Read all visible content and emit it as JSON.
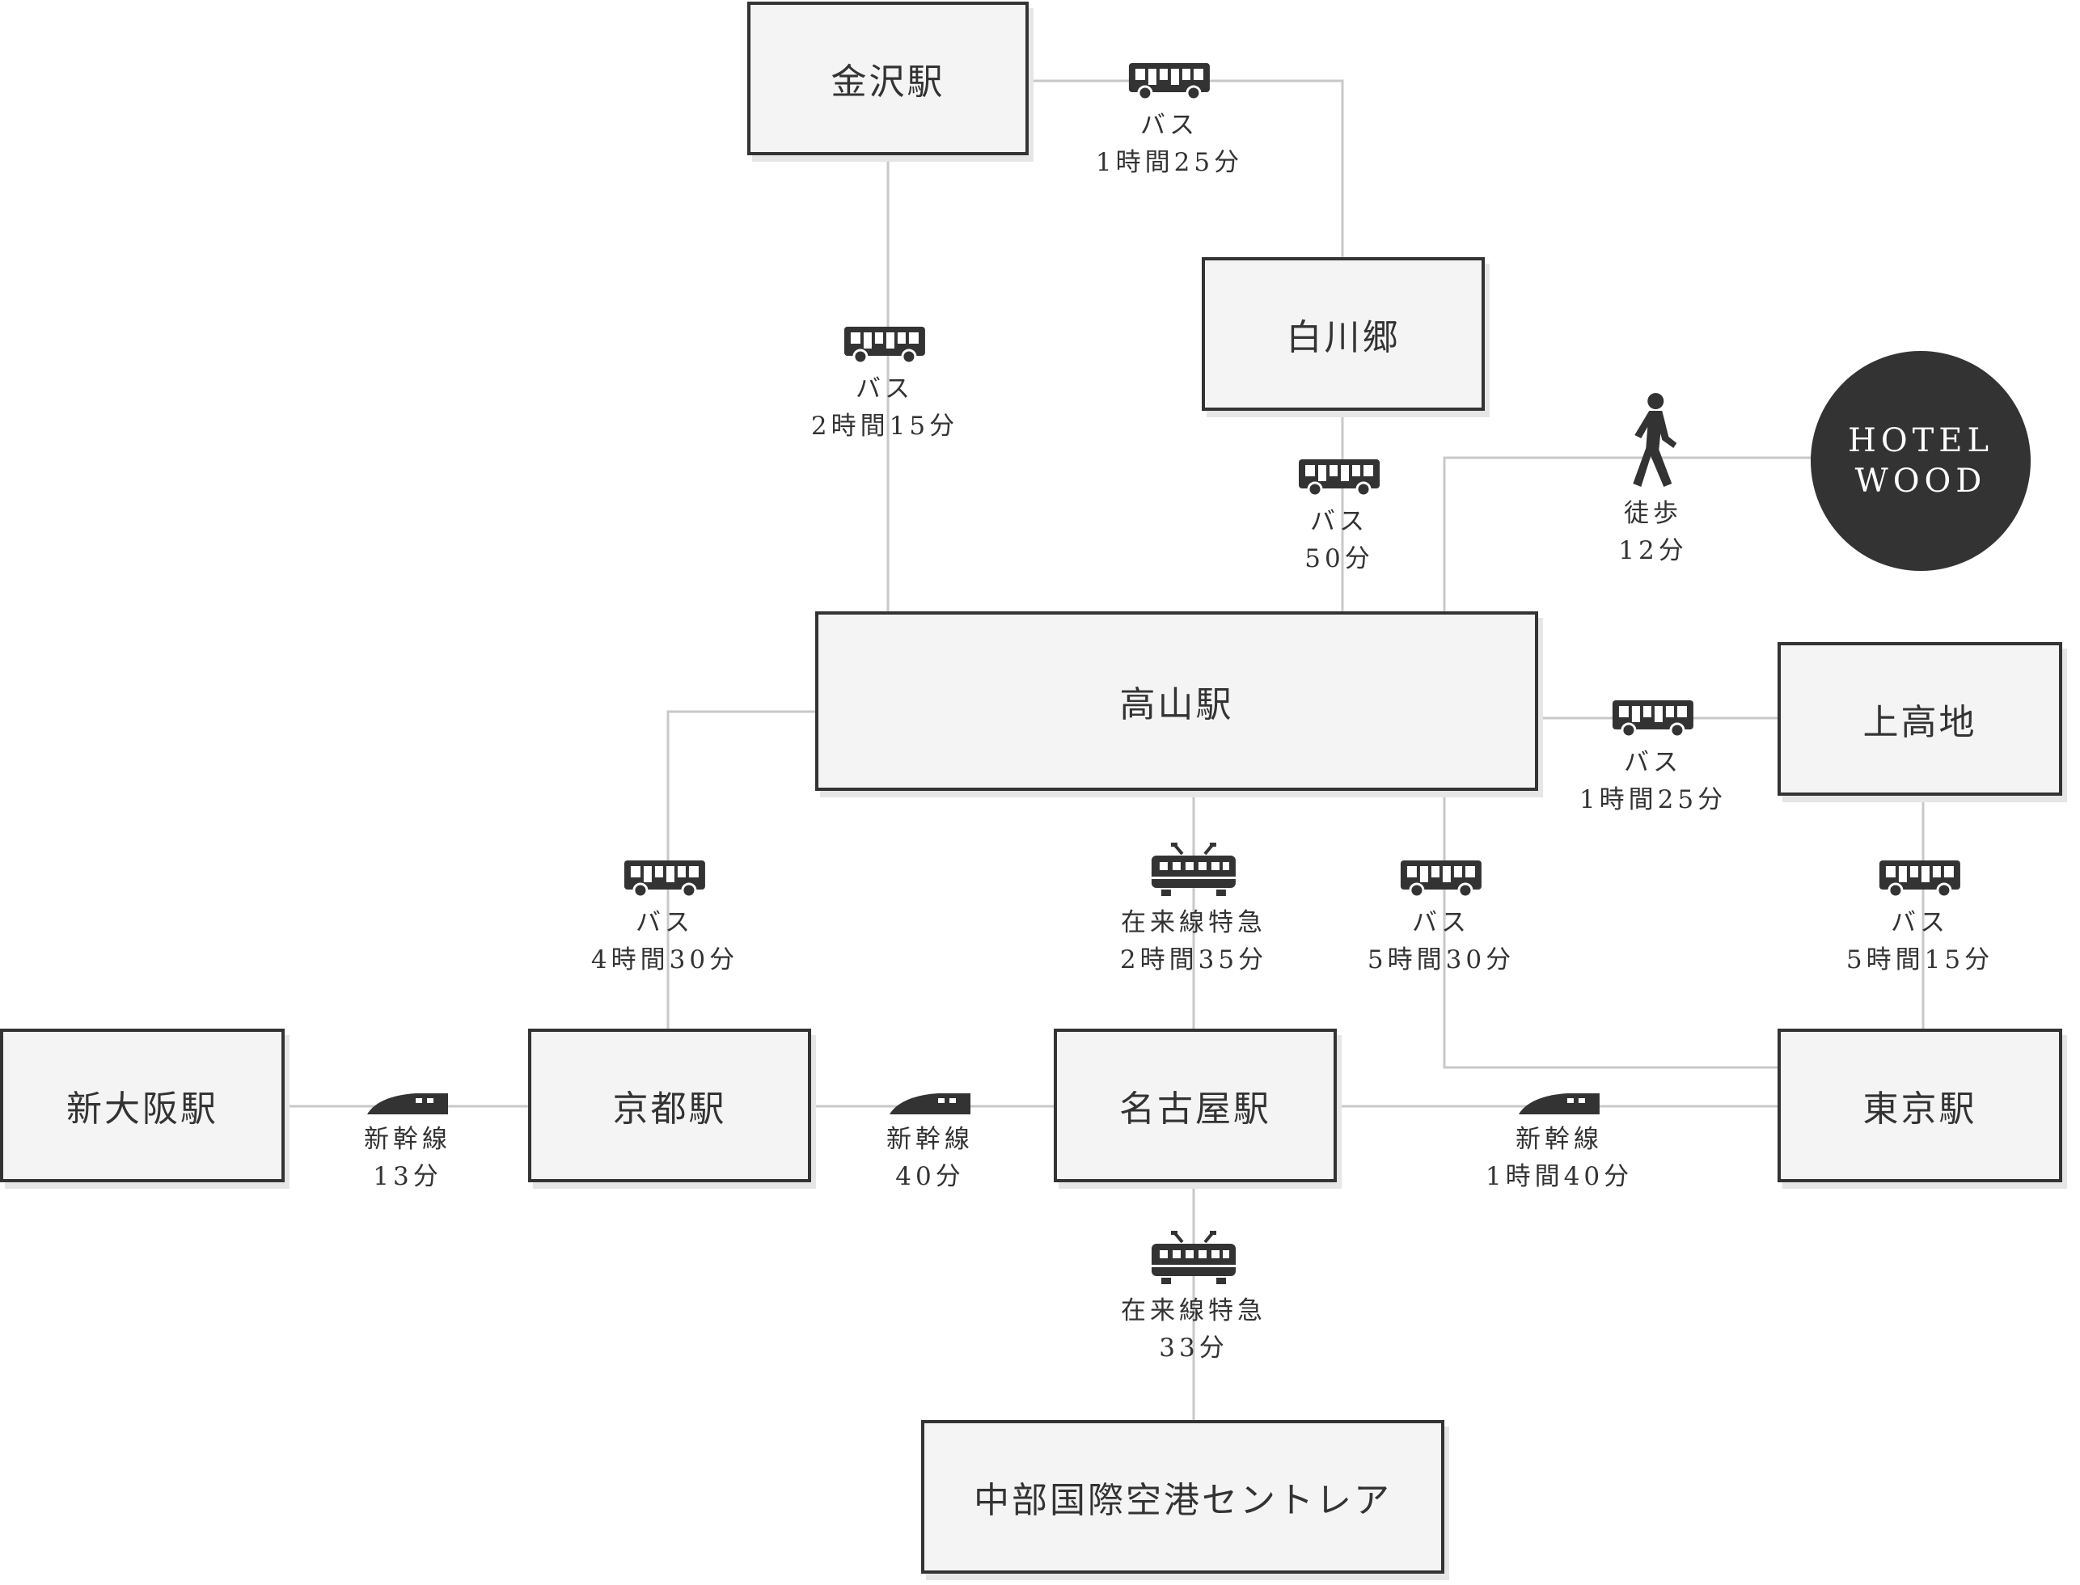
{
  "stations": {
    "kanazawa": "金沢駅",
    "shirakawago": "白川郷",
    "takayama": "高山駅",
    "kamikochi": "上高地",
    "shin_osaka": "新大阪駅",
    "kyoto": "京都駅",
    "nagoya": "名古屋駅",
    "tokyo": "東京駅",
    "centrair": "中部国際空港セントレア"
  },
  "hotel": {
    "line1": "HOTEL",
    "line2": "WOOD"
  },
  "connections": {
    "kanazawa_shirakawago": {
      "mode": "バス",
      "time": "1時間25分",
      "icon": "bus-icon"
    },
    "kanazawa_takayama": {
      "mode": "バス",
      "time": "2時間15分",
      "icon": "bus-icon"
    },
    "shirakawago_takayama": {
      "mode": "バス",
      "time": "50分",
      "icon": "bus-icon"
    },
    "takayama_hotel": {
      "mode": "徒歩",
      "time": "12分",
      "icon": "walking-person-icon"
    },
    "takayama_kamikochi": {
      "mode": "バス",
      "time": "1時間25分",
      "icon": "bus-icon"
    },
    "takayama_kyoto": {
      "mode": "バス",
      "time": "4時間30分",
      "icon": "bus-icon"
    },
    "takayama_nagoya": {
      "mode": "在来線特急",
      "time": "2時間35分",
      "icon": "train-icon"
    },
    "takayama_tokyo": {
      "mode": "バス",
      "time": "5時間30分",
      "icon": "bus-icon"
    },
    "kamikochi_tokyo": {
      "mode": "バス",
      "time": "5時間15分",
      "icon": "bus-icon"
    },
    "shin_osaka_kyoto": {
      "mode": "新幹線",
      "time": "13分",
      "icon": "shinkansen-icon"
    },
    "kyoto_nagoya": {
      "mode": "新幹線",
      "time": "40分",
      "icon": "shinkansen-icon"
    },
    "nagoya_tokyo": {
      "mode": "新幹線",
      "time": "1時間40分",
      "icon": "shinkansen-icon"
    },
    "nagoya_centrair": {
      "mode": "在来線特急",
      "time": "33分",
      "icon": "train-icon"
    }
  },
  "colors": {
    "box_border": "#333333",
    "box_fill": "#f4f4f4",
    "line": "#c8c8c8",
    "hotel_fill": "#333333",
    "hotel_text": "#ffffff"
  }
}
